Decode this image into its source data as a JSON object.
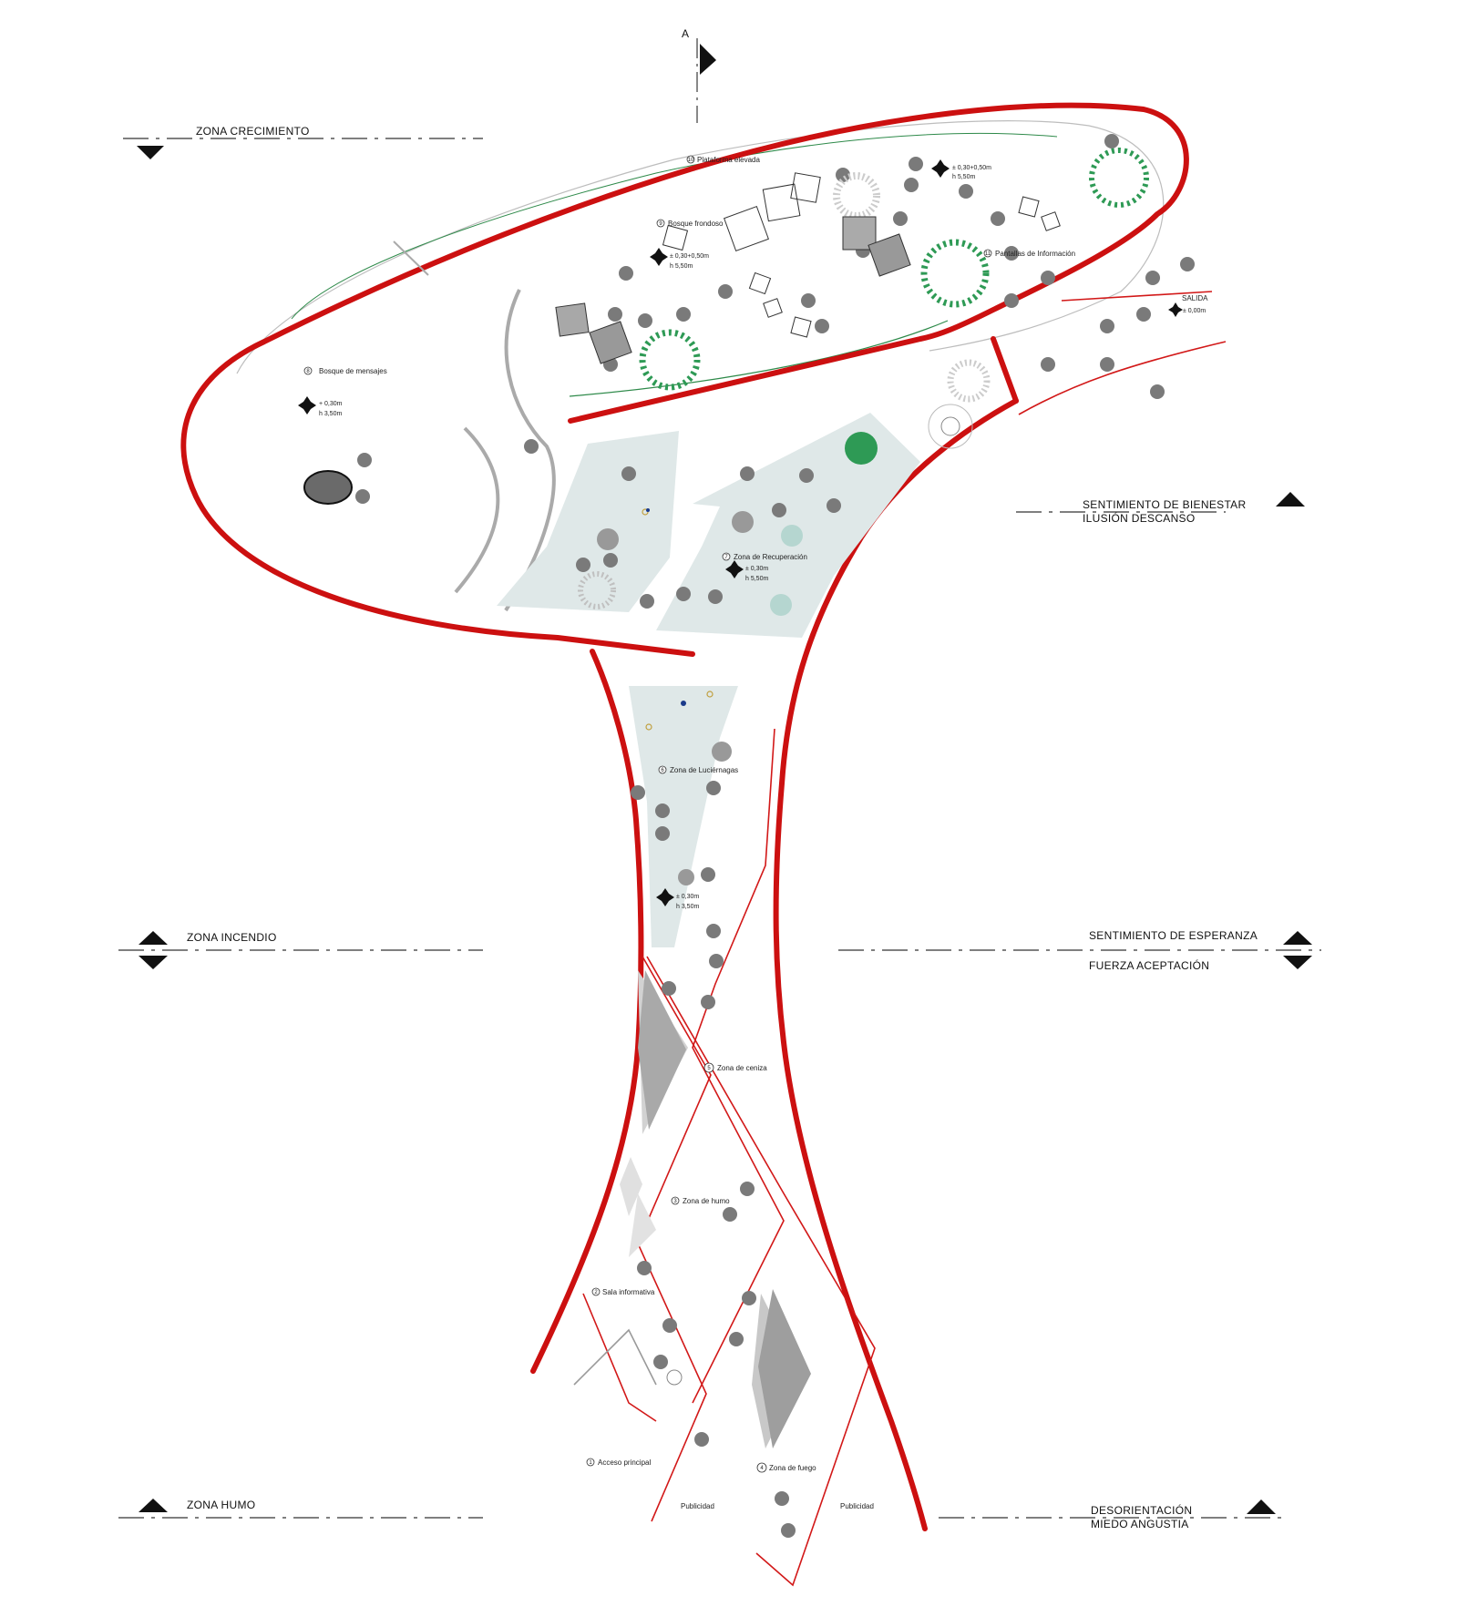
{
  "section_marker": {
    "letter": "A"
  },
  "section_lines": {
    "left_top": "ZONA CRECIMIENTO",
    "left_middle": "ZONA INCENDIO",
    "left_bottom": "ZONA HUMO",
    "right_top_1": "SENTIMIENTO DE BIENESTAR",
    "right_top_2": "ILUSIÓN DESCANSO",
    "right_middle_1": "SENTIMIENTO DE ESPERANZA",
    "right_middle_2": "FUERZA ACEPTACIÓN",
    "right_bottom_1": "DESORIENTACIÓN",
    "right_bottom_2": "MIEDO ANGUSTIA"
  },
  "rooms": {
    "r10": {
      "num": "10",
      "label": "Plataforma elevada"
    },
    "r9": {
      "num": "9",
      "label": "Bosque frondoso"
    },
    "r11": {
      "num": "11",
      "label": "Pantallas de Información"
    },
    "r8": {
      "num": "8",
      "label": "Bosque de mensajes"
    },
    "r7": {
      "num": "7",
      "label": "Zona de Recuperación"
    },
    "r6": {
      "num": "6",
      "label": "Zona de Luciérnagas"
    },
    "r5": {
      "num": "5",
      "label": "Zona de ceniza"
    },
    "r3": {
      "num": "3",
      "label": "Zona de humo"
    },
    "r2": {
      "num": "2",
      "label": "Sala informativa"
    },
    "r1": {
      "num": "1",
      "label": "Acceso principal"
    },
    "r4": {
      "num": "4",
      "label": "Zona de fuego"
    },
    "salida": {
      "label": "SALIDA"
    }
  },
  "levels": {
    "plataforma_1": "± 0,30+0,50m",
    "plataforma_2": "h 5,50m",
    "bosque_1": "± 0,30+0,50m",
    "bosque_2": "h 5,50m",
    "mensajes_1": "+ 0,30m",
    "mensajes_2": "h 3,50m",
    "recuperacion_1": "± 0,30m",
    "recuperacion_2": "h 5,50m",
    "luciernagas_1": "± 0,30m",
    "luciernagas_2": "h 3,50m",
    "salida_level": "± 0,00m"
  },
  "ads": {
    "left": "Publicidad",
    "right": "Publicidad"
  },
  "colors": {
    "wall": "#cc1010",
    "tree_green": "#2e9a55",
    "pad": "#dfe8e8"
  }
}
